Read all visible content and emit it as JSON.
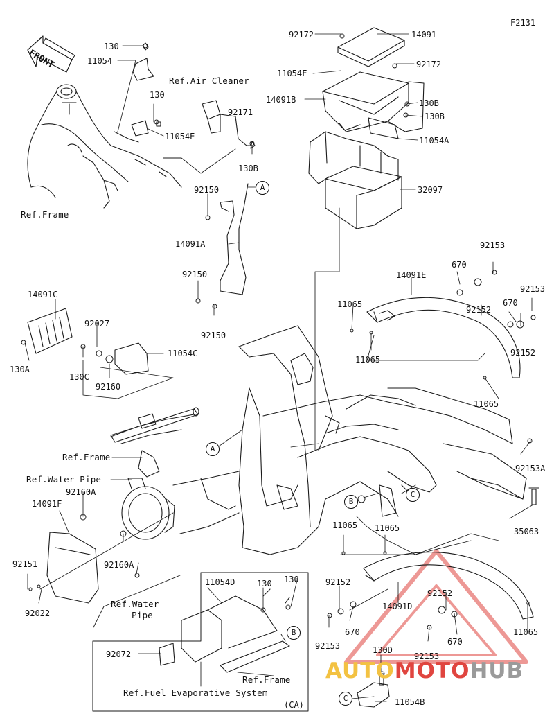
{
  "figure_code": "F2131",
  "front_label": "FRONT",
  "colors": {
    "line": "#1a1a1a",
    "watermark_red": "#e0453f",
    "watermark_yellow": "#f3c242",
    "watermark_grey": "#9a9a9a"
  },
  "labels": {
    "l130_top": "130",
    "l11054_top": "11054",
    "l130_b": "130",
    "l11054E": "11054E",
    "ref_air": "Ref.Air Cleaner",
    "l92171": "92171",
    "l130B_a": "130B",
    "ref_frame1": "Ref.Frame",
    "l92172_a": "92172",
    "l14091": "14091",
    "l11054F": "11054F",
    "l92172_b": "92172",
    "l14091B": "14091B",
    "l130B_b": "130B",
    "l130B_c": "130B",
    "l11054A": "11054A",
    "l32097": "32097",
    "l92150_a": "92150",
    "l14091A": "14091A",
    "l92150_b": "92150",
    "l92150_c": "92150",
    "l92153_a": "92153",
    "l670_a": "670",
    "l14091E": "14091E",
    "l92153_b": "92153",
    "l11065_a": "11065",
    "l92152_a": "92152",
    "l670_b": "670",
    "l11065_b": "11065",
    "l92152_b": "92152",
    "l11065_c": "11065",
    "l14091C": "14091C",
    "l92027": "92027",
    "l11054C": "11054C",
    "l130A": "130A",
    "l130C": "130C",
    "l92160": "92160",
    "ref_frame2": "Ref.Frame",
    "l92153A": "92153A",
    "ref_water1": "Ref.Water Pipe",
    "l92160A_a": "92160A",
    "l14091F": "14091F",
    "l35063": "35063",
    "l11065_d": "11065",
    "l11065_e": "11065",
    "l92151": "92151",
    "l92160A_b": "92160A",
    "l92022": "92022",
    "ref_water2a": "Ref.Water",
    "ref_water2b": "Pipe",
    "l11054D": "11054D",
    "l130_c": "130",
    "l130_d": "130",
    "l92152_c": "92152",
    "l14091D": "14091D",
    "l92152_d": "92152",
    "l670_c": "670",
    "l92153_c": "92153",
    "l670_d": "670",
    "l11065_f": "11065",
    "l92072": "92072",
    "ref_frame3": "Ref.Frame",
    "ref_fuel": "Ref.Fuel Evaporative System",
    "ca": "(CA)",
    "l92153_d": "92153",
    "l130D": "130D",
    "l11054B": "11054B"
  },
  "callouts": {
    "A1": "A",
    "A2": "A",
    "B1": "B",
    "B2": "B",
    "C1": "C",
    "C2": "C"
  },
  "watermark": {
    "part1": "AUTO",
    "part2": "MOTO",
    "part3": "HUB"
  }
}
